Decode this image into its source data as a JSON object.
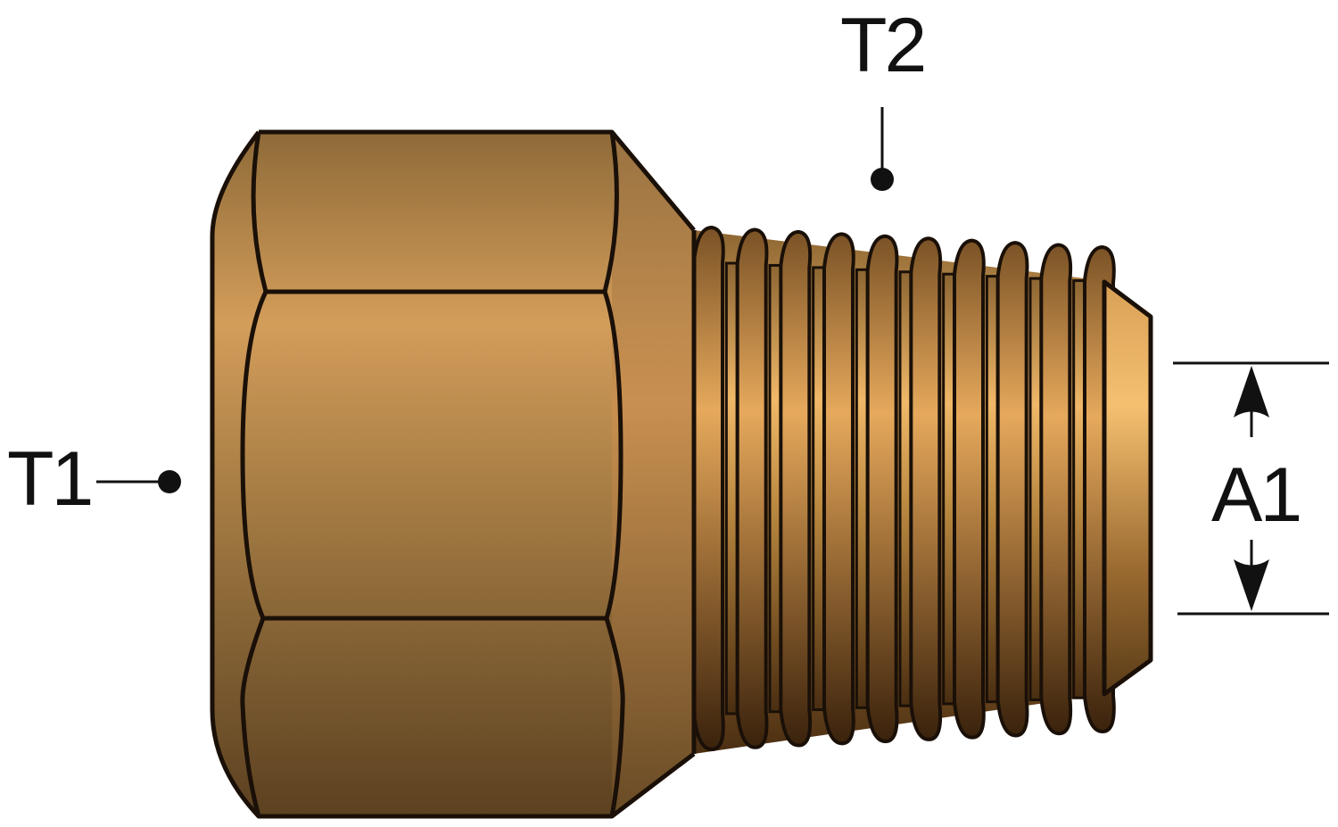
{
  "labels": {
    "t1": "T1",
    "t2": "T2",
    "a1": "A1"
  },
  "colors": {
    "brass_dark": "#5e4220",
    "brass_mid": "#9a7540",
    "brass_light": "#d9a45a",
    "thread_highlight": "#f2bd6e",
    "outline": "#1a1008",
    "text": "#111111"
  },
  "thread": {
    "ridge_count": 10
  }
}
